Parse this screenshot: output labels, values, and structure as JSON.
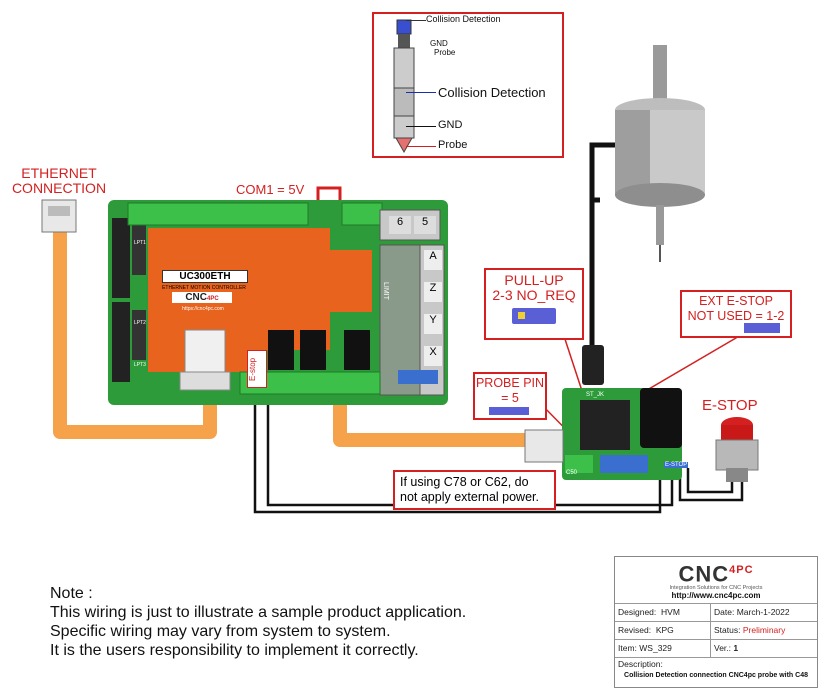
{
  "jack_diagram": {
    "collision_small": "Collision Detection",
    "gnd_small": "GND",
    "probe_small": "Probe",
    "collision_large": "Collision Detection",
    "gnd_large": "GND",
    "probe_large": "Probe"
  },
  "labels": {
    "ethernet": "ETHERNET\nCONNECTION",
    "com1": "COM1  = 5V",
    "pullup": "PULL-UP\n2-3 NO_REQ",
    "ext_estop": "EXT E-STOP\nNOT USED = 1-2",
    "probe_pin": "PROBE PIN\n= 5",
    "estop": "E-STOP",
    "warning": "If using C78 or C62, do\nnot apply external power."
  },
  "board": {
    "name": "UC300ETH",
    "subtitle": "ETHERNET MOTION CONTROLLER",
    "logo_main": "CNC",
    "logo_sup": "4PC",
    "url": "https://cnc4pc.com",
    "estop_tag": "E-stop",
    "port_labels": [
      "6",
      "5",
      "A",
      "Z",
      "Y",
      "X"
    ],
    "side_labels": [
      "LIMIT"
    ],
    "lpt1": "LPT1",
    "lpt2": "LPT2",
    "lpt3": "LPT3"
  },
  "small_board": {
    "jack_label": "ST_JK",
    "c50": "C50",
    "estop_tag": "E-STOP"
  },
  "note": {
    "title": "Note :",
    "lines": [
      "This wiring is just to illustrate a sample product application.",
      "Specific wiring may vary from system to system.",
      "It is the users responsibility to implement it correctly."
    ]
  },
  "title_block": {
    "logo_main": "CNC",
    "logo_sup": "4PC",
    "tagline": "Integration Solutions for CNC Projects",
    "url": "http://www.cnc4pc.com",
    "designed_label": "Designed:",
    "designed_value": "HVM",
    "date_label": "Date:",
    "date_value": "March-1-2022",
    "revised_label": "Revised:",
    "revised_value": "KPG",
    "status_label": "Status:",
    "status_value": "Preliminary",
    "item_label": "Item:",
    "item_value": "WS_329",
    "ver_label": "Ver.:",
    "ver_value": "1",
    "description_label": "Description:",
    "description_value": "Collision Detection connection CNC4pc probe with C48"
  },
  "colors": {
    "red": "#d42020",
    "cable_orange": "#f5a24a",
    "board_green": "#2e9b3a",
    "board_orange": "#e8641e",
    "callout_blue": "#5a5fd6"
  }
}
